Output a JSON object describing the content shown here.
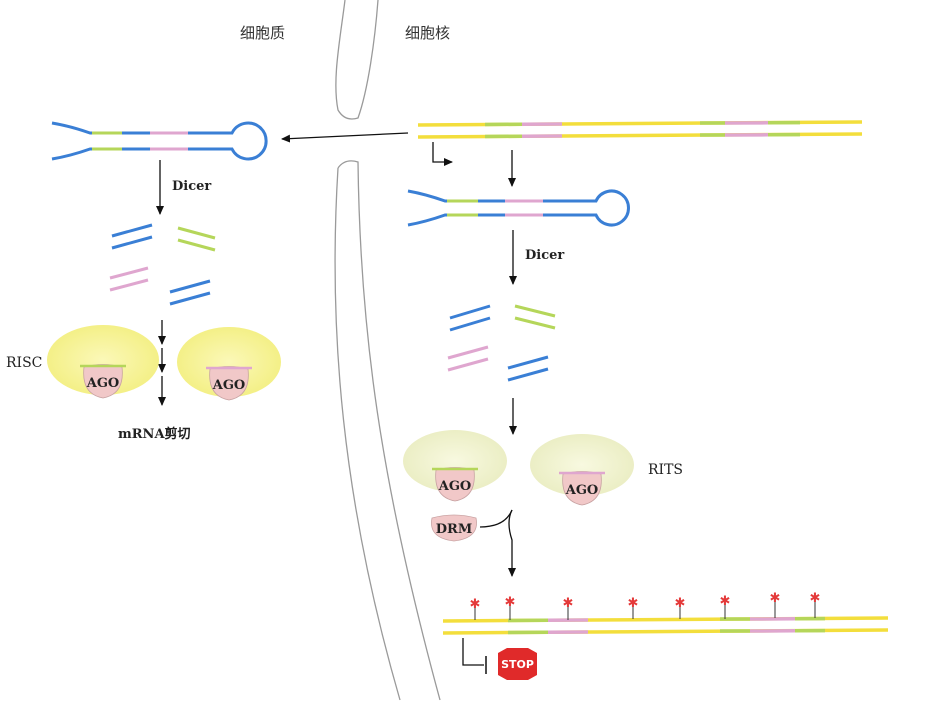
{
  "labels": {
    "cytoplasm": "细胞质",
    "nucleus": "细胞核",
    "dicer_left": "Dicer",
    "dicer_right": "Dicer",
    "risc": "RISC",
    "rits": "RITS",
    "mrna_cleavage": "mRNA剪切",
    "drm": "DRM",
    "stop": "STOP"
  },
  "ago_label": "AGO",
  "colors": {
    "blue": "#3a7fd5",
    "green": "#b5d65a",
    "pink": "#dfa6cf",
    "yellow": "#f3de3c",
    "risc_fill": "#f4f29a",
    "rits_fill": "#f0f2c8",
    "ago_fill": "#f1c8c8",
    "membrane": "#9a9a9a",
    "stop": "#e02a2a",
    "methyl": "#e43a3a"
  }
}
